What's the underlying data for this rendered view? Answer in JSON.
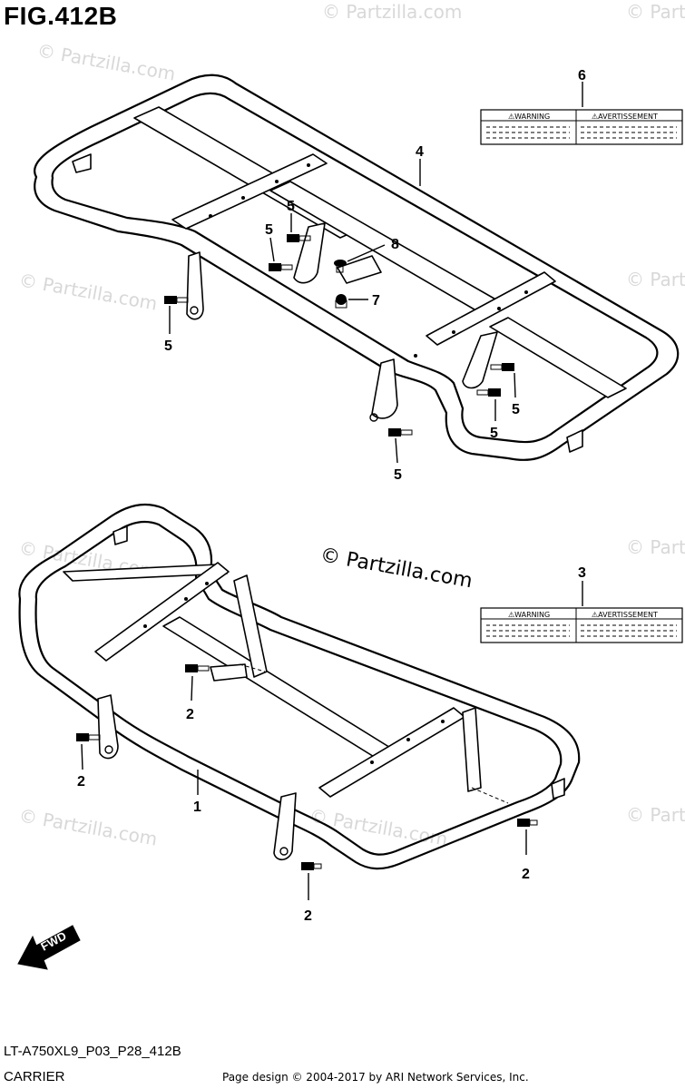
{
  "figure": {
    "title": "FIG.412B",
    "model_code": "LT-A750XL9_P03_P28_412B",
    "section_name": "CARRIER"
  },
  "credit": "Page design © 2004-2017 by ARI Network Services, Inc.",
  "watermark": {
    "main": "© Partzilla.com",
    "faint": "© Partzilla.com"
  },
  "warning_labels": [
    {
      "part_no": "6",
      "left_title": "⚠WARNING",
      "right_title": "⚠AVERTISSEMENT"
    },
    {
      "part_no": "3",
      "left_title": "⚠WARNING",
      "right_title": "⚠AVERTISSEMENT"
    }
  ],
  "callouts": {
    "upper_carrier": "4",
    "upper_label": "6",
    "bolt_a": "5",
    "bolt_b": "5",
    "bolt_c": "5",
    "bolt_d": "5",
    "bolt_e": "5",
    "bolt_f": "5",
    "screw": "8",
    "clip": "7",
    "lower_carrier": "1",
    "lower_label": "3",
    "bolt_g": "2",
    "bolt_h": "2",
    "bolt_i": "2",
    "bolt_j": "2"
  },
  "fwd_arrow": "FWD"
}
